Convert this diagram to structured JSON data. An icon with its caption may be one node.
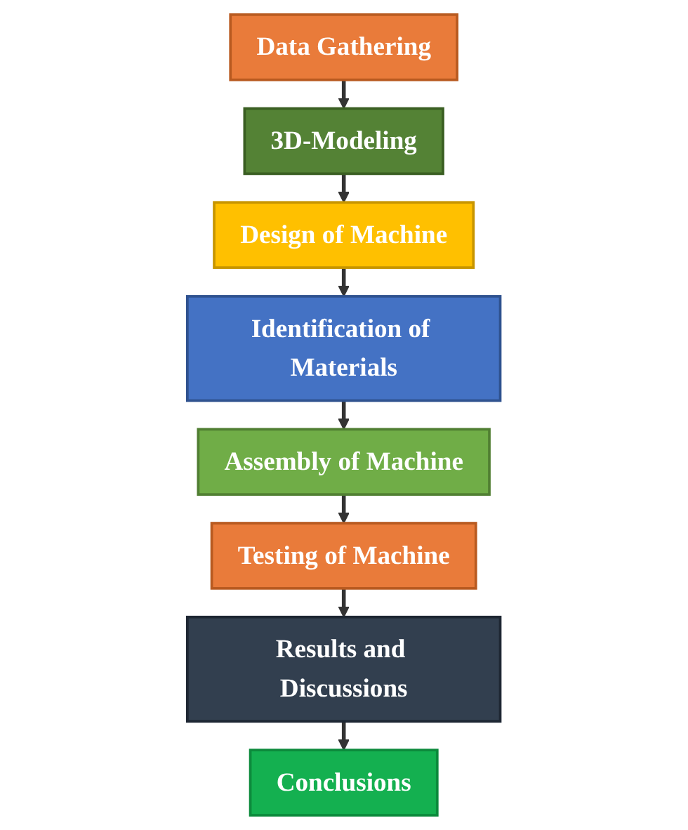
{
  "diagram": {
    "nodes": [
      {
        "text": [
          "Data Gathering"
        ]
      },
      {
        "text": [
          "3D-Modeling"
        ]
      },
      {
        "text": [
          "Design of Machine"
        ]
      },
      {
        "text": [
          "Identification of Materials"
        ]
      },
      {
        "text": [
          "Assembly of Machine"
        ]
      },
      {
        "text": [
          "Testing of Machine"
        ]
      },
      {
        "text": [
          "Results and Discussions"
        ]
      },
      {
        "text": [
          "Conclusions"
        ]
      }
    ],
    "edges": [
      {
        "from": 0,
        "to": 1,
        "arrow": "to"
      },
      {
        "from": 1,
        "to": 2,
        "arrow": "to"
      },
      {
        "from": 2,
        "to": 3,
        "arrow": "to"
      },
      {
        "from": 3,
        "to": 4,
        "arrow": "to"
      },
      {
        "from": 4,
        "to": 5,
        "arrow": "to"
      },
      {
        "from": 5,
        "to": 6,
        "arrow": "to"
      },
      {
        "from": 6,
        "to": 7,
        "arrow": "to"
      }
    ]
  }
}
